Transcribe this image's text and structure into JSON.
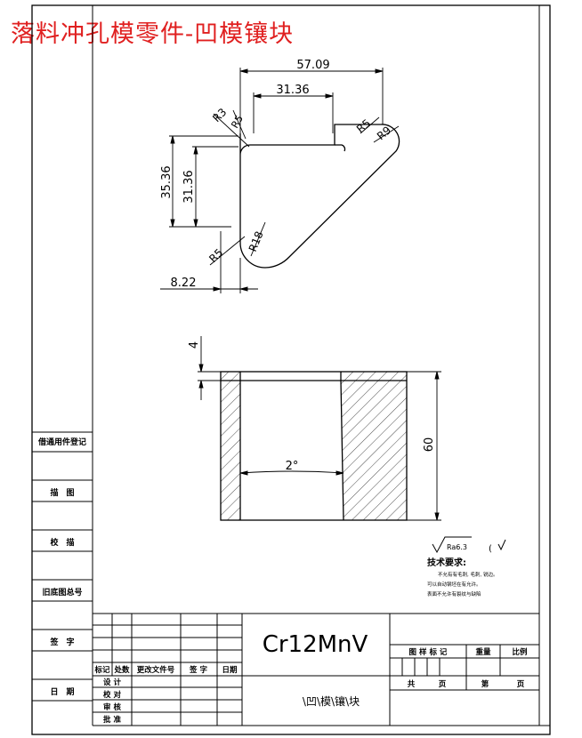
{
  "title": "落料冲孔模零件-凹模镶块",
  "dims": {
    "d1": "57.09",
    "d2": "31.36",
    "d3": "35.36",
    "d4": "31.36",
    "d5": "8.22",
    "r1": "R3",
    "r2": "R5",
    "r3": "R5",
    "r4": "R9",
    "r5": "R5",
    "r6": "R18",
    "d6": "4",
    "d7": "60",
    "d8": "2°"
  },
  "surface": {
    "roughness": "Ra6.3"
  },
  "tech": {
    "heading": "技术要求:",
    "line1": "不允有有毛刺, 毛刺, 锐边。",
    "line2": "可以自动钢坯在有允许。",
    "line3": "表面不允许有裂纹与缺陷"
  },
  "left_column": {
    "items": [
      "借通用件登记",
      "描　图",
      "校　描",
      "旧底图总号",
      "签　字",
      "日　期"
    ]
  },
  "title_block": {
    "material": "Cr12MnV",
    "part_name": "\\凹\\模\\镶\\块",
    "headers": {
      "mark": "标记",
      "count": "处数",
      "doc": "更改文件号",
      "sign": "签 字",
      "date": "日期"
    },
    "roles": [
      "设 计",
      "校 对",
      "审 核",
      "批 准"
    ],
    "right": {
      "sample": "图 样 标 记",
      "weight": "重量",
      "scale": "比例",
      "total": "共",
      "sheets": "页",
      "no": "第",
      "page": "页"
    }
  }
}
